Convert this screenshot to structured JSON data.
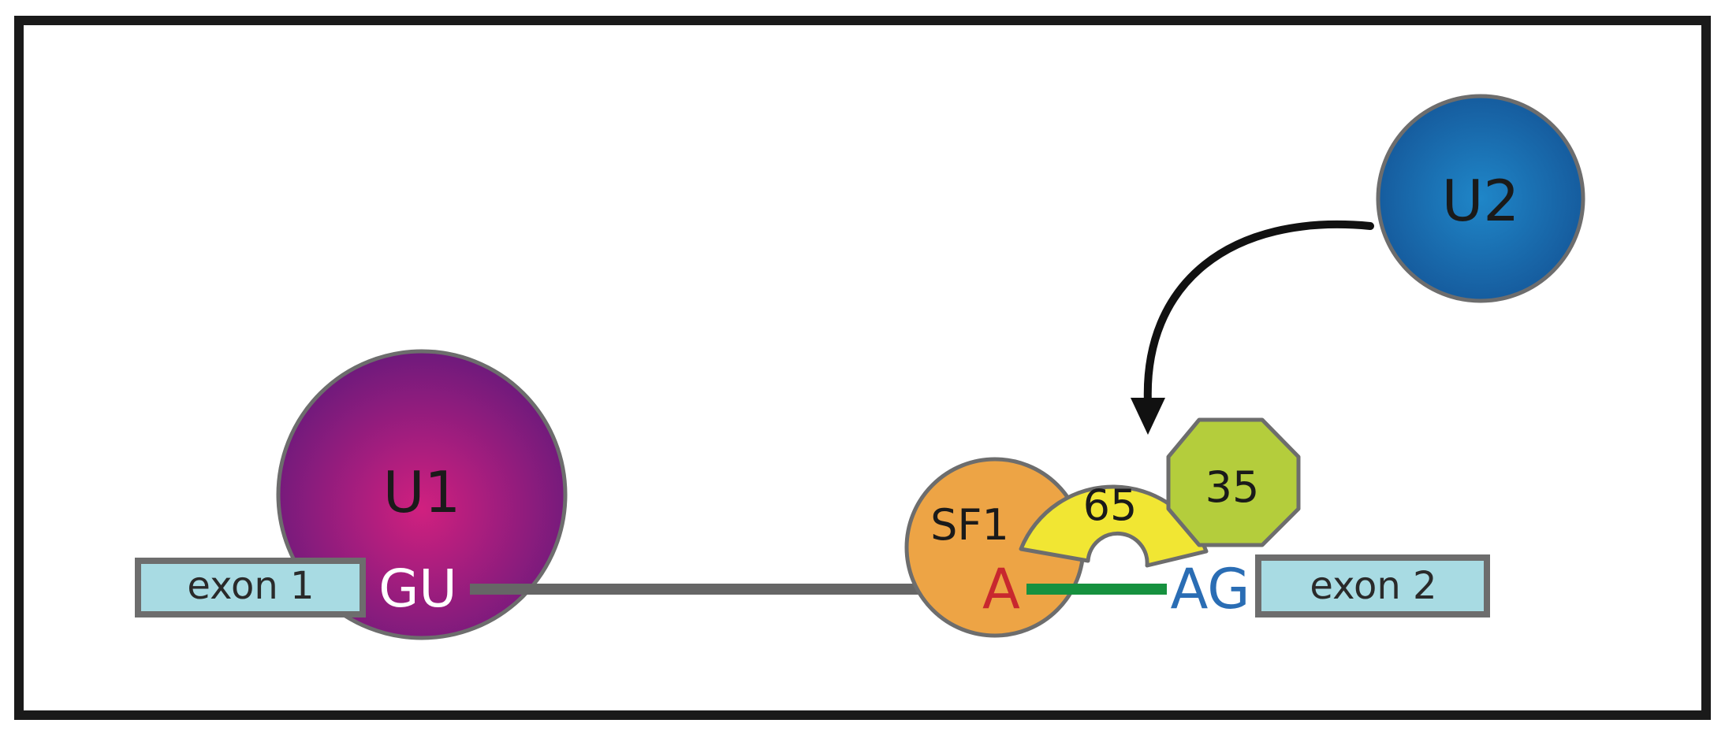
{
  "labels": {
    "u1": "U1",
    "u2": "U2",
    "sf1": "SF1",
    "u2af65": "65",
    "u2af35": "35",
    "exon1": "exon 1",
    "exon2": "exon 2",
    "splice5": "GU",
    "branch": "A",
    "splice3": "AG"
  },
  "colors": {
    "frame": "#1a1a1a",
    "u1_center": "#d0207f",
    "u1_edge": "#6e1a7c",
    "u2_center": "#1f86c8",
    "u2_edge": "#15589a",
    "sf1": "#eda445",
    "u2af65": "#f1e633",
    "u2af35": "#b4cd3c",
    "exon_fill": "#a8dbe3",
    "exon_border": "#6d6d6d",
    "intron": "#666666",
    "polypyrimidine": "#16913f",
    "branch_a": "#c8282e",
    "splice3_ag": "#2a6db4",
    "splice5_gu": "#ffffff",
    "arrow": "#111111"
  }
}
